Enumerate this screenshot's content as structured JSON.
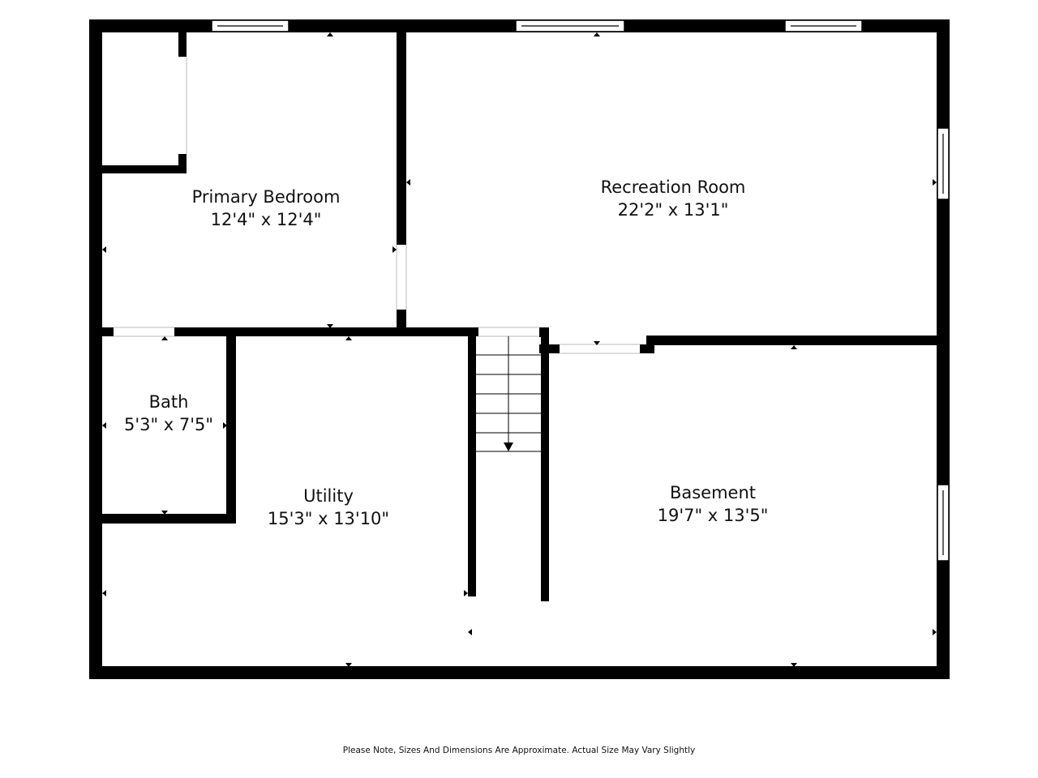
{
  "rooms": {
    "primary_bedroom": {
      "name": "Primary Bedroom",
      "dims": "12'4\" x 12'4\""
    },
    "recreation_room": {
      "name": "Recreation Room",
      "dims": "22'2\" x 13'1\""
    },
    "bath": {
      "name": "Bath",
      "dims": "5'3\" x 7'5\""
    },
    "utility": {
      "name": "Utility",
      "dims": "15'3\" x 13'10\""
    },
    "basement": {
      "name": "Basement",
      "dims": "19'7\" x 13'5\""
    }
  },
  "footer": {
    "note": "Please Note, Sizes And Dimensions Are Approximate. Actual Size May Vary Slightly"
  },
  "colors": {
    "wall": "#000000",
    "background": "#ffffff",
    "text": "#111111"
  }
}
